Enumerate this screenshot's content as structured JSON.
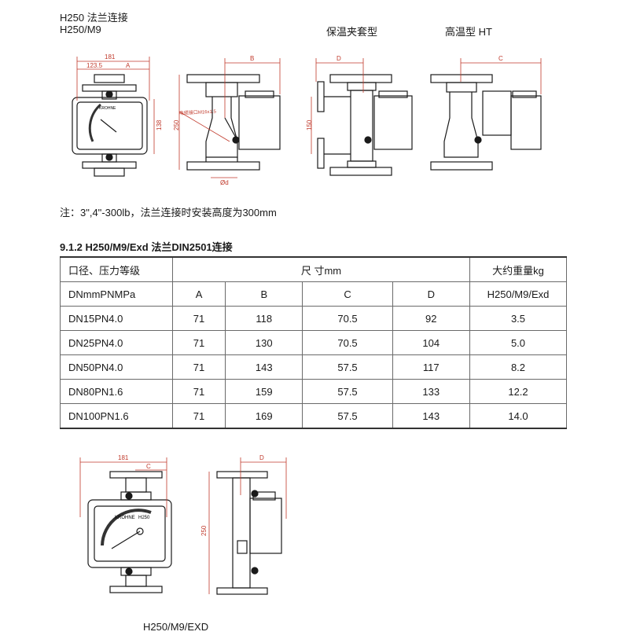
{
  "header": {
    "model_line1": "H250  法兰连接",
    "model_line2": "H250/M9",
    "variant_insulated": "保温夹套型",
    "variant_hightemp": "高温型  HT"
  },
  "drawing_top": {
    "dim_181": "181",
    "dim_123_5": "123.5",
    "dim_A": "A",
    "dim_138": "138",
    "dim_250": "250",
    "dim_B": "B",
    "dim_D": "D",
    "dim_150": "150",
    "dim_C": "C",
    "dim_phi_d": "Ød",
    "cable_label": "电缆接口M16x1.5",
    "brand": "KROHNE"
  },
  "note": "注：3\",4\"-300lb，法兰连接时安装高度为300mm",
  "section_title": "9.1.2 H250/M9/Exd   法兰DIN2501连接",
  "table": {
    "header_row1": [
      "口径、压力等级",
      "尺      寸mm",
      "大约重量kg"
    ],
    "header_row2": [
      "DNmmPNMPa",
      "A",
      "B",
      "C",
      "D",
      "H250/M9/Exd"
    ],
    "rows": [
      [
        "DN15PN4.0",
        "71",
        "118",
        "70.5",
        "92",
        "3.5"
      ],
      [
        "DN25PN4.0",
        "71",
        "130",
        "70.5",
        "104",
        "5.0"
      ],
      [
        "DN50PN4.0",
        "71",
        "143",
        "57.5",
        "117",
        "8.2"
      ],
      [
        "DN80PN1.6",
        "71",
        "159",
        "57.5",
        "133",
        "12.2"
      ],
      [
        "DN100PN1.6",
        "71",
        "169",
        "57.5",
        "143",
        "14.0"
      ]
    ]
  },
  "drawing_bottom": {
    "dim_181": "181",
    "dim_C": "C",
    "dim_D": "D",
    "dim_250": "250",
    "brand": "KROHNE",
    "model": "H250"
  },
  "caption": "H250/M9/EXD",
  "colors": {
    "dimension": "#c0392b",
    "line": "#1a1a1a",
    "grid": "#6a6a6a"
  }
}
